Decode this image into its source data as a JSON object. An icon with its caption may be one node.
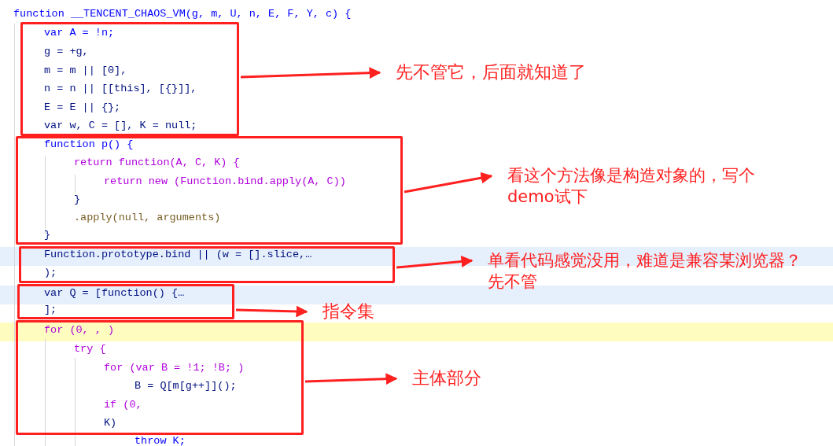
{
  "diagram": {
    "nodes": [
      {
        "text": [
          "var A = !n;",
          "g = +g,",
          "m = m || [0],",
          "n = n || [[this], [{}]],",
          "E = E || {};",
          "var w, C = [], K = null;"
        ]
      },
      {
        "text": [
          "function p() {",
          "return function(A, C, K) {",
          "return new (Function.bind.apply(A, C))",
          "}",
          ".apply(null, arguments)",
          "}"
        ]
      },
      {
        "text": [
          "Function.prototype.bind || (w = [].slice,…",
          ");"
        ]
      },
      {
        "text": [
          "var Q = [function() {…",
          "];"
        ]
      },
      {
        "text": [
          "for (0, , )",
          "try {",
          "for (var B = !1; !B; )",
          "B = Q[m[g++]]();",
          "if (0,",
          "K)"
        ]
      },
      {
        "text": [
          "先不管它，后面就知道了"
        ]
      },
      {
        "text": [
          "看这个方法像是构造对象的，写个demo试下"
        ]
      },
      {
        "text": [
          "单看代码感觉没用，难道是兼容某浏览器？先不管"
        ]
      },
      {
        "text": [
          "指令集"
        ]
      },
      {
        "text": [
          "主体部分"
        ]
      }
    ],
    "edges": [
      {
        "from": 0,
        "to": 5,
        "arrow": "to"
      },
      {
        "from": 1,
        "to": 6,
        "arrow": "to"
      },
      {
        "from": 2,
        "to": 7,
        "arrow": "to"
      },
      {
        "from": 3,
        "to": 8,
        "arrow": "to"
      },
      {
        "from": 4,
        "to": 9,
        "arrow": "to"
      }
    ],
    "labels": [
      "function __TENCENT_CHAOS_VM(g, m, U, n, E, F, Y, c) {",
      "throw K;"
    ]
  }
}
